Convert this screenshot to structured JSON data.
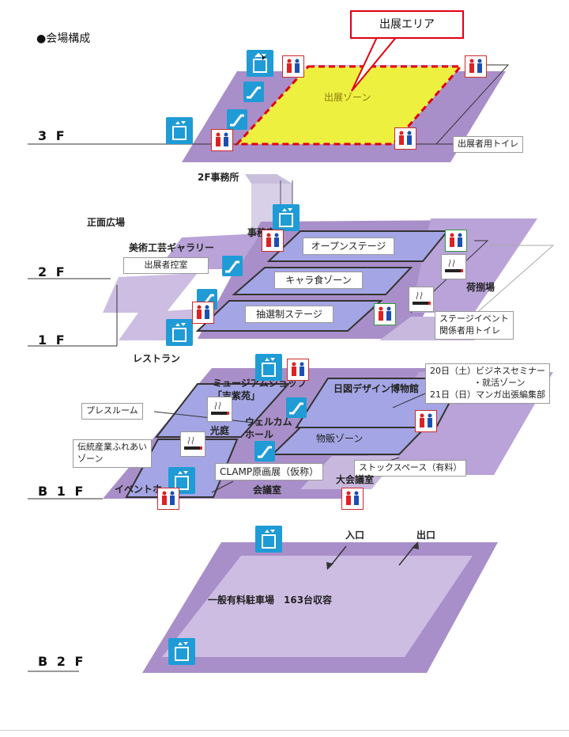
{
  "title": "●会場構成",
  "callout": "出展エリア",
  "floors": {
    "f3": "3 F",
    "f2": "2 F",
    "f1": "1 F",
    "b1": "B 1 F",
    "b2": "B 2 F"
  },
  "f3": {
    "exhibit_zone": "出展ゾーン",
    "exhibitor_toilet": "出展者用トイレ"
  },
  "f2": {
    "office_2f": "2F事務所",
    "office": "事務室",
    "plaza": "正面広場",
    "gallery": "美術工芸ギャラリー",
    "waiting": "出展者控室",
    "open_stage": "オープンステージ",
    "chara_food": "キャラ食ゾーン",
    "lottery_stage": "抽選制ステージ",
    "loading": "荷捌場",
    "stage_toilet": "ステージイベント\n関係者用トイレ",
    "restaurant": "レストラン"
  },
  "b1": {
    "museum_shop": "ミュージアムショップ\n「吉紫苑」",
    "design_museum": "日図デザイン博物館",
    "seminar": "20日（土）ビジネスセミナー\n　　　　　・就活ゾーン\n21日（日）マンガ出張編集部",
    "press": "プレスルーム",
    "koro": "光庭",
    "welcome": "ウェルカム\nホール",
    "crafts": "伝統産業ふれあい\nゾーン",
    "sales": "物販ゾーン",
    "clamp": "CLAMP原画展（仮称）",
    "stock": "ストックスペース（有料）",
    "event_hall": "イベントホール",
    "meeting": "会議室",
    "large_meeting": "大会議室"
  },
  "b2": {
    "parking": "一般有料駐車場　163台収容",
    "entrance": "入口",
    "exit": "出口"
  },
  "colors": {
    "floor_purple": "#a98fc9",
    "floor_light": "#cdbde3",
    "stage_blue": "#a4a5e4",
    "zone_yellow": "#eef040",
    "dash_red": "#e00010",
    "icon_blue": "#1f9bd6"
  },
  "icons": [
    "elevator-icon",
    "escalator-icon",
    "toilet-icon",
    "smoking-icon"
  ]
}
